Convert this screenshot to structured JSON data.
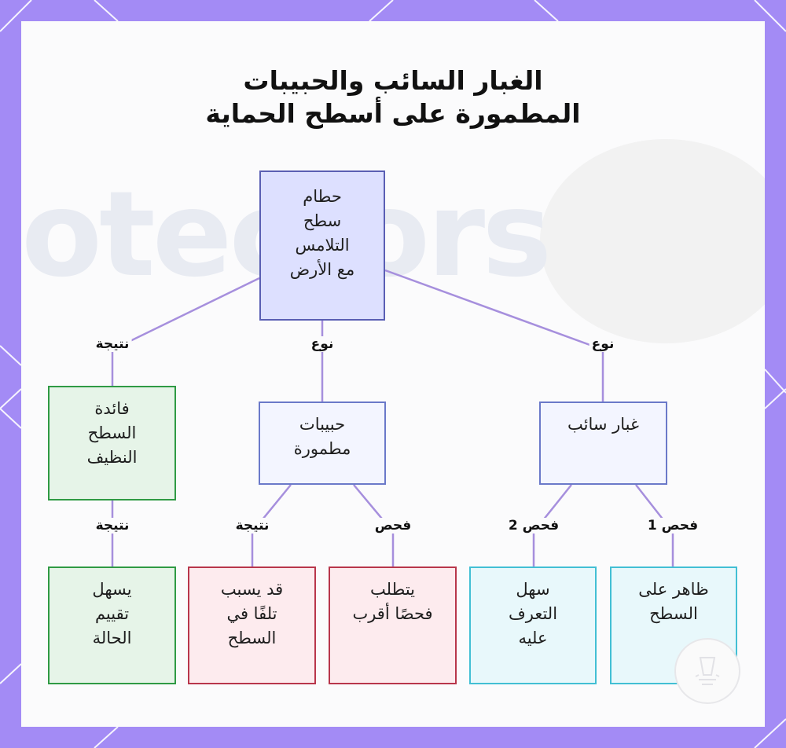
{
  "title": {
    "line1": "الغبار السائب والحبيبات",
    "line2": "المطمورة على أسطح الحماية"
  },
  "nodes": {
    "root": "حطام\nسطح\nالتلامس\nمع الأرض",
    "loose_dust": "غبار سائب",
    "embedded": "حبيبات\nمطمورة",
    "benefit": "فائدة\nالسطح\nالنظيف",
    "visible": "ظاهر على\nالسطح",
    "easy_id": "سهل\nالتعرف\nعليه",
    "closer_inspect": "يتطلب\nفحصًا أقرب",
    "damage": "قد يسبب\nتلفًا في\nالسطح",
    "easy_eval": "يسهل\nتقييم\nالحالة"
  },
  "edge_labels": {
    "type_right": "نوع",
    "type_mid": "نوع",
    "result_left": "نتيجة",
    "check1": "فحص 1",
    "check2": "فحص 2",
    "check": "فحص",
    "result_mid": "نتيجة",
    "result_low": "نتيجة"
  },
  "colors": {
    "background": "#a38bf5",
    "edge": "#a68fdd",
    "root": "#dde0ff",
    "green": "#e6f4e8",
    "red": "#fdebee",
    "cyan": "#e8f8fb"
  },
  "icons": {
    "logo": "cup-logo-icon"
  }
}
